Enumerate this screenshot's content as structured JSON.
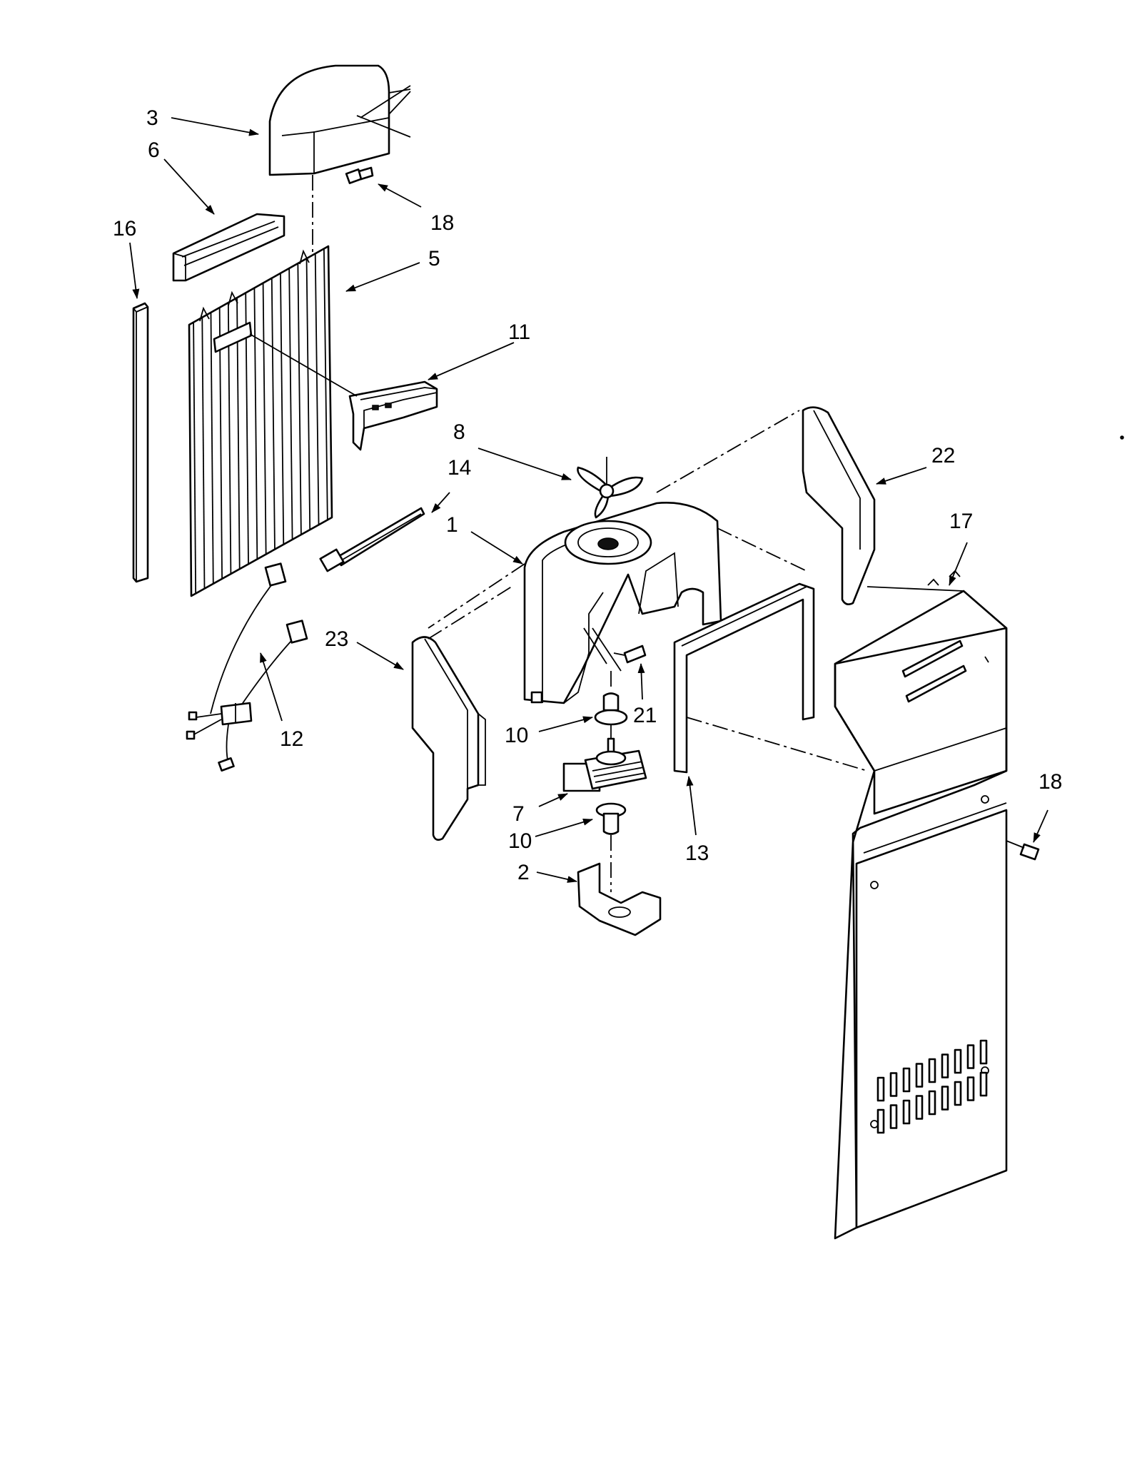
{
  "callouts": [
    {
      "id": "3",
      "label": "3"
    },
    {
      "id": "6",
      "label": "6"
    },
    {
      "id": "16",
      "label": "16"
    },
    {
      "id": "18a",
      "label": "18"
    },
    {
      "id": "5",
      "label": "5"
    },
    {
      "id": "11",
      "label": "11"
    },
    {
      "id": "8",
      "label": "8"
    },
    {
      "id": "14",
      "label": "14"
    },
    {
      "id": "1",
      "label": "1"
    },
    {
      "id": "22",
      "label": "22"
    },
    {
      "id": "17",
      "label": "17"
    },
    {
      "id": "23",
      "label": "23"
    },
    {
      "id": "21",
      "label": "21"
    },
    {
      "id": "10a",
      "label": "10"
    },
    {
      "id": "12",
      "label": "12"
    },
    {
      "id": "7",
      "label": "7"
    },
    {
      "id": "10b",
      "label": "10"
    },
    {
      "id": "13",
      "label": "13"
    },
    {
      "id": "18b",
      "label": "18"
    },
    {
      "id": "2",
      "label": "2"
    }
  ]
}
